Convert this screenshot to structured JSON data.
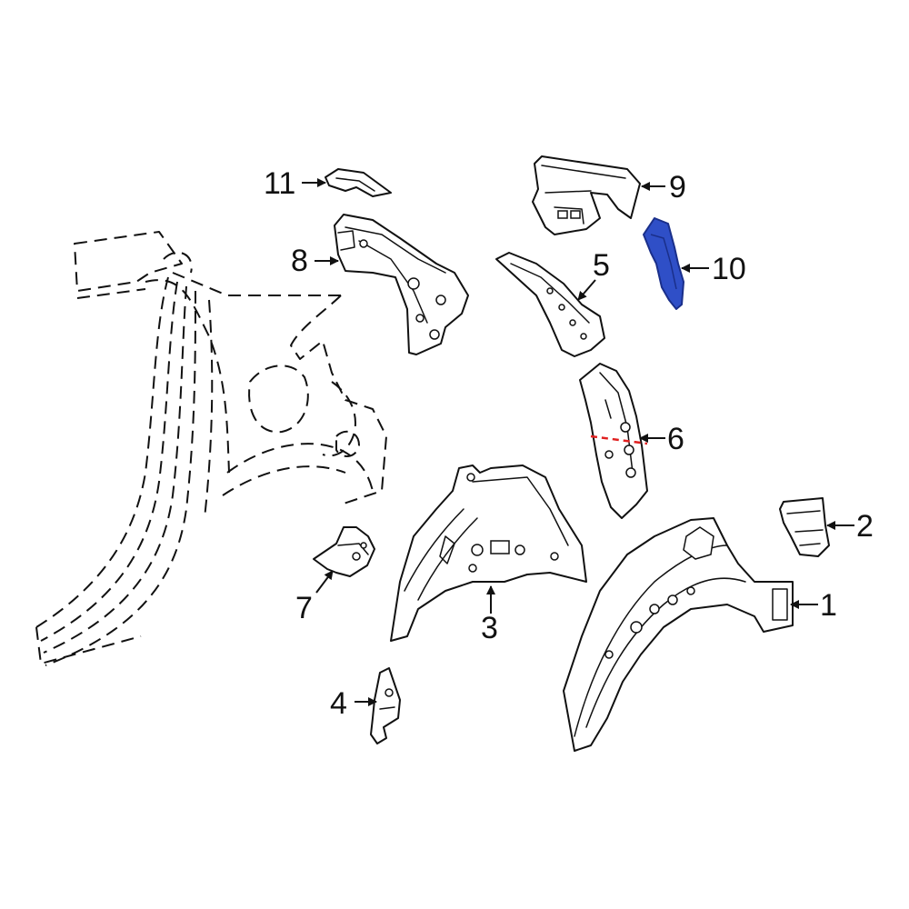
{
  "callouts": {
    "c1": "1",
    "c2": "2",
    "c3": "3",
    "c4": "4",
    "c5": "5",
    "c6": "6",
    "c7": "7",
    "c8": "8",
    "c9": "9",
    "c10": "10",
    "c11": "11"
  },
  "colors": {
    "line": "#111111",
    "highlight_part": "#2f4fc7",
    "highlight_edge": "#1a2f8a",
    "cut_line": "#e02020",
    "background": "#ffffff"
  },
  "highlighted_part": "10"
}
